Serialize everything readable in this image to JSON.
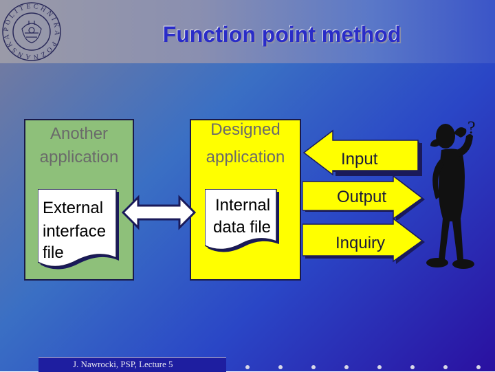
{
  "title": "Function point method",
  "left_box": {
    "title_line1": "Another",
    "title_line2": "application",
    "doc_line1": "External",
    "doc_line2": "interface",
    "doc_line3": "file"
  },
  "center_box": {
    "title_line1": "Designed",
    "title_line2": "application",
    "doc_line1": "Internal",
    "doc_line2": "data file"
  },
  "arrows": {
    "input": "Input",
    "output": "Output",
    "inquiry": "Inquiry"
  },
  "footer": {
    "text": "J. Nawrocki, PSP, Lecture 5"
  },
  "logo_text": "POLITECHNIKA POZNAŃSKA",
  "icons": [
    "university-seal-logo",
    "double-arrow-icon",
    "thinking-person-icon",
    "question-mark-icon"
  ],
  "colors": {
    "title": "#2a2cc8",
    "external_box": "#8ec07a",
    "designed_box": "#ffff00",
    "arrow_fill": "#ffff00",
    "footer": "#1e1ea0"
  }
}
